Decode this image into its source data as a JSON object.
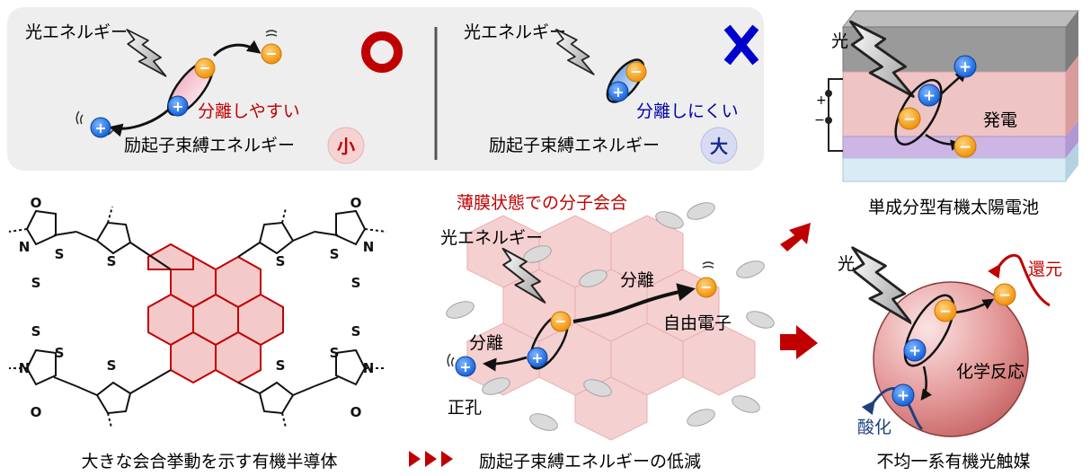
{
  "top_panel": {
    "left": {
      "light_label": "光エネルギー",
      "separation_label": "分離しやすい",
      "binding_label": "励起子束縛エネルギー",
      "binding_badge": "小"
    },
    "right": {
      "light_label": "光エネルギー",
      "separation_label": "分離しにくい",
      "binding_label": "励起子束縛エネルギー",
      "binding_badge": "大"
    }
  },
  "molecule": {
    "atom_labels": [
      "O",
      "N",
      "S",
      "S",
      "S",
      "O",
      "N",
      "S",
      "S",
      "S",
      "S",
      "N",
      "S",
      "S",
      "O",
      "S",
      "N",
      "S",
      "S",
      "O"
    ],
    "caption": "大きな会合挙動を示す有機半導体"
  },
  "middle": {
    "title": "薄膜状態での分子会合",
    "light_label": "光エネルギー",
    "separation_label_1": "分離",
    "separation_label_2": "分離",
    "free_electron": "自由電子",
    "hole": "正孔",
    "caption": "励起子束縛エネルギーの低減"
  },
  "solar_cell": {
    "light_label": "光",
    "plus_label": "+",
    "minus_label": "−",
    "power_label": "発電",
    "caption": "単成分型有機太陽電池"
  },
  "photocatalyst": {
    "light_label": "光",
    "reduction": "還元",
    "oxidation": "酸化",
    "reaction": "化学反応",
    "caption": "不均一系有機光触媒"
  },
  "symbols": {
    "plus": "+",
    "minus": "−"
  },
  "colors": {
    "panel_bg": "#eeeeee",
    "accent_red": "#c00000",
    "electron_orange": "#f5a000",
    "hole_blue": "#1f6fe0",
    "cross_blue": "#0000cc",
    "oxidation_blue": "#1f3f7f"
  }
}
